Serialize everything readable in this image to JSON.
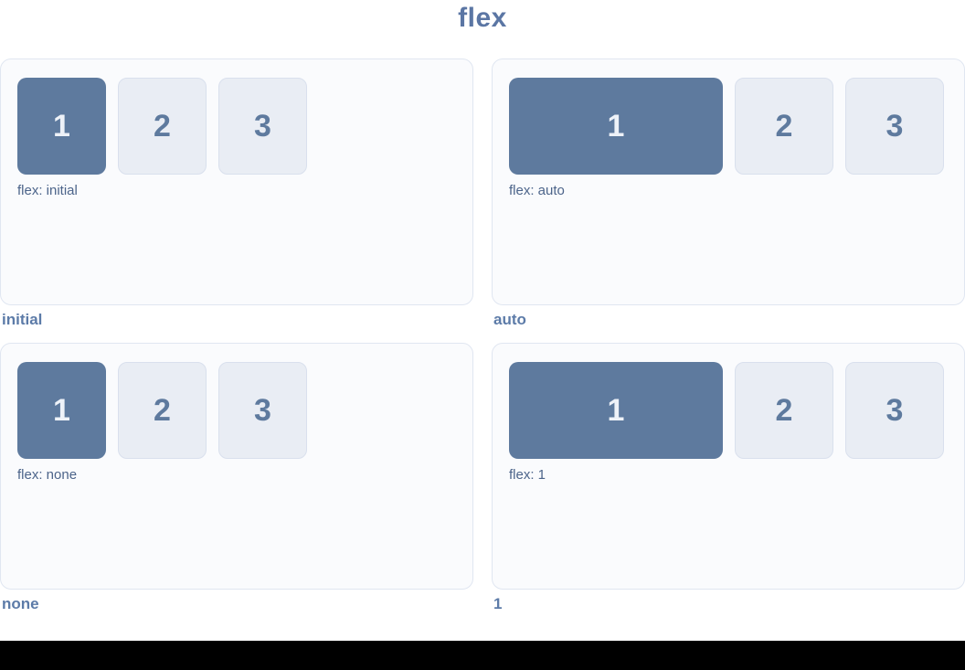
{
  "page": {
    "title": "flex"
  },
  "colors": {
    "accent_box": "#5e7a9e",
    "light_box_bg": "#e9edf4",
    "light_box_border": "#d9e0ed",
    "panel_bg": "#fafbfd",
    "panel_border": "#e0e6f1",
    "heading_text": "#5b76a4",
    "caption_text": "#4c648a",
    "label_text": "#5c7ba8",
    "bottom_bar": "#000000"
  },
  "panels": [
    {
      "caption": "flex: initial",
      "label": "initial",
      "items": [
        "1",
        "2",
        "3"
      ]
    },
    {
      "caption": "flex: auto",
      "label": "auto",
      "items": [
        "1",
        "2",
        "3"
      ]
    },
    {
      "caption": "flex: none",
      "label": "none",
      "items": [
        "1",
        "2",
        "3"
      ]
    },
    {
      "caption": "flex: 1",
      "label": "1",
      "items": [
        "1",
        "2",
        "3"
      ]
    }
  ]
}
